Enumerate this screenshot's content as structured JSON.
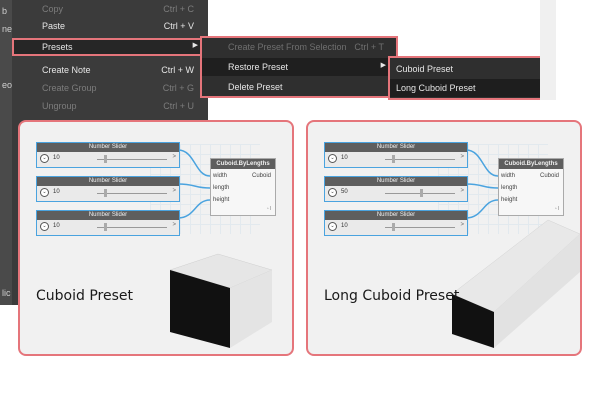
{
  "context_menu": {
    "side_chars": [
      "b",
      "ne",
      "eo",
      "lic"
    ],
    "items": [
      {
        "label": "Copy",
        "shortcut": "Ctrl + C",
        "disabled": true
      },
      {
        "label": "Paste",
        "shortcut": "Ctrl + V",
        "disabled": false
      },
      {
        "label": "Presets",
        "shortcut": "",
        "disabled": false,
        "submenu_arrow": "▶"
      },
      {
        "label": "Create Note",
        "shortcut": "Ctrl + W",
        "disabled": false
      },
      {
        "label": "Create Group",
        "shortcut": "Ctrl + G",
        "disabled": true
      },
      {
        "label": "Ungroup",
        "shortcut": "Ctrl + U",
        "disabled": true
      }
    ]
  },
  "presets_submenu": {
    "items": [
      {
        "label": "Create Preset From Selection",
        "shortcut": "Ctrl + T",
        "disabled": true
      },
      {
        "label": "Restore Preset",
        "arrow": "▶"
      },
      {
        "label": "Delete Preset"
      }
    ]
  },
  "restore_submenu": {
    "items": [
      {
        "label": "Cuboid Preset"
      },
      {
        "label": "Long Cuboid Preset"
      }
    ]
  },
  "panels": [
    {
      "title": "Cuboid Preset",
      "sliders": [
        {
          "header": "Number Slider",
          "value": "10",
          "thumb_pct": 0.1
        },
        {
          "header": "Number Slider",
          "value": "10",
          "thumb_pct": 0.1
        },
        {
          "header": "Number Slider",
          "value": "10",
          "thumb_pct": 0.1
        }
      ],
      "node": {
        "title": "Cuboid.ByLengths",
        "inputs": [
          "width",
          "length",
          "height"
        ],
        "output": "Cuboid",
        "footer": "▫ l"
      }
    },
    {
      "title": "Long Cuboid Preset",
      "sliders": [
        {
          "header": "Number Slider",
          "value": "10",
          "thumb_pct": 0.1
        },
        {
          "header": "Number Slider",
          "value": "50",
          "thumb_pct": 0.5
        },
        {
          "header": "Number Slider",
          "value": "10",
          "thumb_pct": 0.1
        }
      ],
      "node": {
        "title": "Cuboid.ByLengths",
        "inputs": [
          "width",
          "length",
          "height"
        ],
        "output": "Cuboid",
        "footer": "▫ l"
      }
    }
  ],
  "slider_chevron": "⌄",
  "slider_output": ">",
  "colors": {
    "highlight_border": "#e5757b",
    "wire": "#4aa3df",
    "menu_bg": "#3b3b3b"
  }
}
